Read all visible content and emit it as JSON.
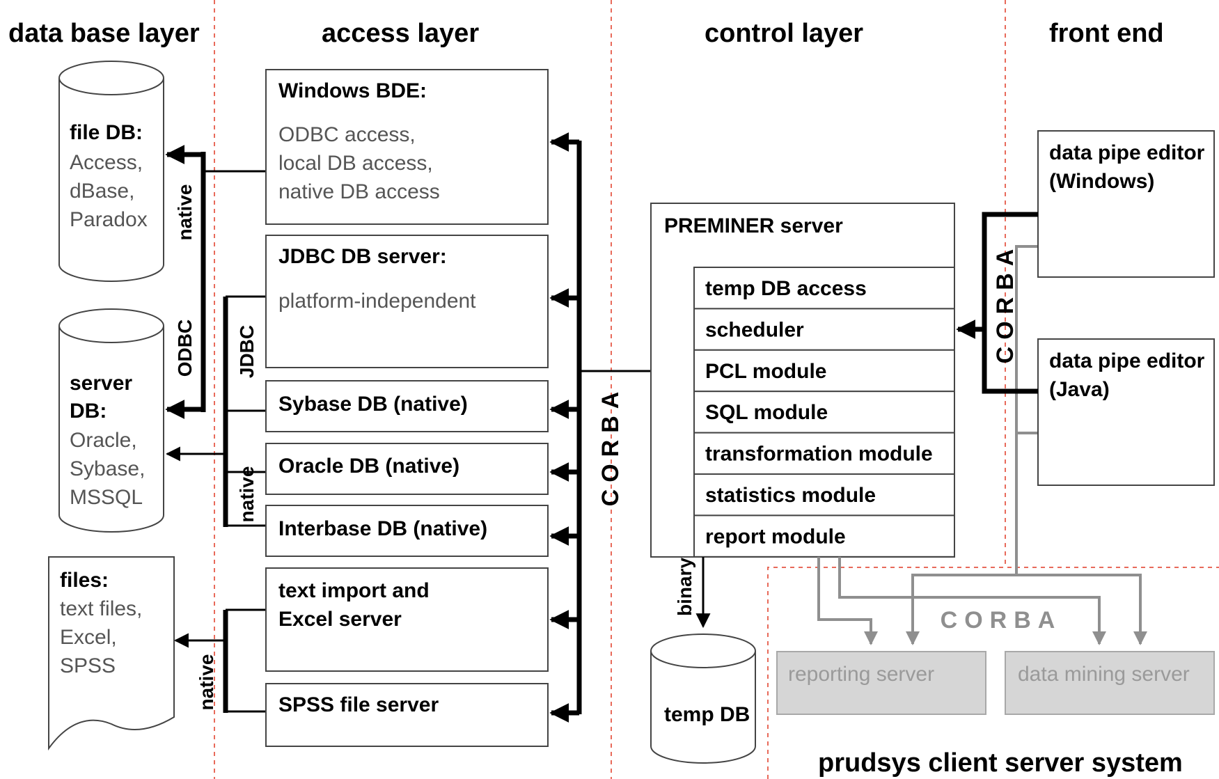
{
  "headers": {
    "database": "data base layer",
    "access": "access layer",
    "control": "control layer",
    "frontend": "front end"
  },
  "databases": {
    "file_db": {
      "title": "file DB:",
      "lines": [
        "Access,",
        "dBase,",
        "Paradox"
      ]
    },
    "server_db": {
      "title_1": "server",
      "title_2": "DB:",
      "lines": [
        "Oracle,",
        "Sybase,",
        "MSSQL"
      ]
    },
    "files": {
      "title": "files:",
      "lines": [
        "text files,",
        "Excel,",
        "SPSS"
      ]
    },
    "temp_db": {
      "title": "temp DB"
    }
  },
  "access": {
    "bde": {
      "title": "Windows BDE:",
      "lines": [
        "ODBC access,",
        "local DB access,",
        "native DB access"
      ]
    },
    "jdbc": {
      "title": "JDBC DB server:",
      "lines": [
        "platform-independent"
      ]
    },
    "sybase": "Sybase DB (native)",
    "oracle": "Oracle DB (native)",
    "interbase": "Interbase DB (native)",
    "text_import": {
      "lines": [
        "text import and",
        "Excel server"
      ]
    },
    "spss": "SPSS file server"
  },
  "connectors": {
    "native_1": "native",
    "odbc": "ODBC",
    "jdbc": "JDBC",
    "native_2": "native",
    "native_3": "native",
    "binary": "binary",
    "corba_main": "CORBA",
    "corba_front": "CORBA",
    "corba_servers": "CORBA"
  },
  "server": {
    "title": "PREMINER server",
    "modules": [
      "temp DB access",
      "scheduler",
      "PCL module",
      "SQL module",
      "transformation module",
      "statistics module",
      "report module"
    ]
  },
  "front_end": {
    "windows_editor": [
      "data pipe editor",
      "(Windows)"
    ],
    "java_editor": [
      "data pipe editor",
      "(Java)"
    ]
  },
  "client_server": {
    "reporting": "reporting server",
    "data_mining": "data mining server",
    "caption": "prudsys client server system"
  }
}
